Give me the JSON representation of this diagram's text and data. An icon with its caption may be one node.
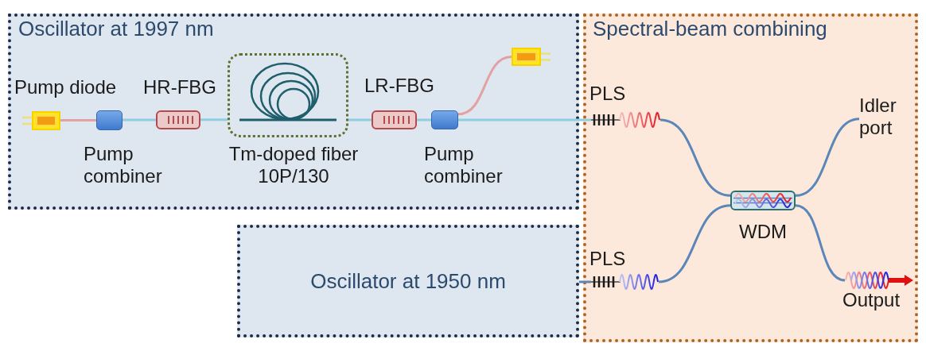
{
  "diagram": {
    "nodes": [
      {
        "text": [
          "Oscillator at 1997 nm"
        ]
      },
      {
        "text": [
          "Pump diode"
        ],
        "in": 0
      },
      {
        "text": [
          "Pump combiner"
        ],
        "in": 0
      },
      {
        "text": [
          "HR-FBG"
        ],
        "in": 0
      },
      {
        "text": [
          "Tm-doped fiber 10P/130"
        ],
        "in": 0
      },
      {
        "text": [
          "LR-FBG"
        ],
        "in": 0
      },
      {
        "text": [
          "Pump combiner"
        ],
        "in": 0
      },
      {
        "text": [],
        "shape": "picture",
        "in": 0
      },
      {
        "text": [
          "Spectral-beam combining"
        ]
      },
      {
        "text": [
          "PLS"
        ],
        "in": 8
      },
      {
        "text": [
          "Idler port"
        ],
        "in": 8
      },
      {
        "text": [
          "WDM"
        ],
        "in": 8
      },
      {
        "text": [
          "PLS"
        ],
        "in": 8
      },
      {
        "text": [
          "Output"
        ],
        "in": 8
      },
      {
        "text": [
          "Oscillator at 1950 nm"
        ]
      }
    ],
    "edges": [
      {
        "from": 1,
        "to": 2,
        "arrow": "none",
        "color": "#e3a2a2"
      },
      {
        "from": 2,
        "to": 3,
        "arrow": "none"
      },
      {
        "from": 3,
        "to": 4,
        "arrow": "none"
      },
      {
        "from": 4,
        "to": 5,
        "arrow": "none"
      },
      {
        "from": 5,
        "to": 6,
        "arrow": "none"
      },
      {
        "from": 7,
        "to": 6,
        "arrow": "none",
        "color": "#e3a2a2"
      },
      {
        "from": 6,
        "to": 9,
        "arrow": "none"
      },
      {
        "from": 9,
        "to": 11,
        "arrow": "none",
        "color": "#5a86b8"
      },
      {
        "from": 11,
        "to": 10,
        "arrow": "none",
        "color": "#5a86b8"
      },
      {
        "from": 14,
        "to": 12,
        "arrow": "none",
        "color": "#5a86b8"
      },
      {
        "from": 12,
        "to": 11,
        "arrow": "none",
        "color": "#5a86b8"
      },
      {
        "from": 11,
        "to": 13,
        "arrow": "none",
        "color": "#5a86b8"
      }
    ]
  }
}
